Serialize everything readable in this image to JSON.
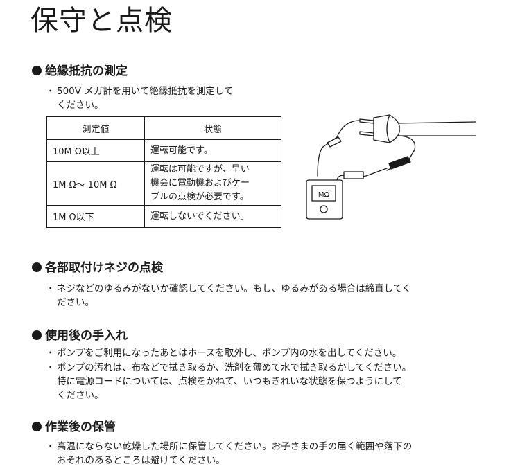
{
  "title": "保守と点検",
  "sections": [
    {
      "heading": "絶縁抵抗の測定",
      "items": [
        {
          "lines": [
            "500V メガ計を用いて絶縁抵抗を測定して",
            "ください。"
          ]
        }
      ],
      "table": {
        "headers": [
          "測定値",
          "状態"
        ],
        "rows": [
          {
            "value": "10M Ω以上",
            "state": [
              "運転可能です。"
            ]
          },
          {
            "value": "1M Ω～ 10M Ω",
            "state": [
              "運転は可能ですが、早い",
              "機会に電動機およびケー",
              "ブルの点検が必要です。"
            ]
          },
          {
            "value": "1M Ω以下",
            "state": [
              "運転しないでください。"
            ]
          }
        ]
      },
      "meter_label": "MΩ"
    },
    {
      "heading": "各部取付けネジの点検",
      "items": [
        {
          "lines": [
            "ネジなどのゆるみがないか確認してください。もし、ゆるみがある場合は締直してく",
            "ださい。"
          ]
        }
      ]
    },
    {
      "heading": "使用後の手入れ",
      "items": [
        {
          "lines": [
            "ポンプをご利用になったあとはホースを取外し、ポンプ内の水を出してください。"
          ]
        },
        {
          "lines": [
            "ポンプの汚れは、布などで拭き取るか、洗剤を薄めて水で拭き取るかしてください。",
            "特に電源コードについては、点検をかねて、いつもきれいな状態を保つようにして",
            "ください。"
          ]
        }
      ]
    },
    {
      "heading": "作業後の保管",
      "items": [
        {
          "lines": [
            "高温にならない乾燥した場所に保管してください。お子さまの手の届く範囲や落下の",
            "おそれのあるところは避けてください。"
          ]
        }
      ]
    }
  ],
  "bullet_mark": "・"
}
